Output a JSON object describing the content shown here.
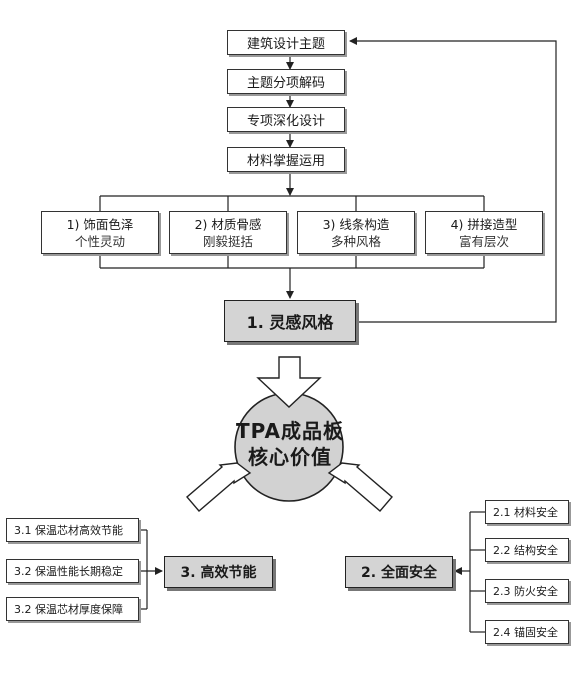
{
  "flow_steps": [
    "建筑设计主题",
    "主题分项解码",
    "专项深化设计",
    "材料掌握运用"
  ],
  "categories": [
    {
      "title": "1) 饰面色泽",
      "subtitle": "个性灵动"
    },
    {
      "title": "2) 材质骨感",
      "subtitle": "刚毅挺括"
    },
    {
      "title": "3) 线条构造",
      "subtitle": "多种风格"
    },
    {
      "title": "4) 拼接造型",
      "subtitle": "富有层次"
    }
  ],
  "inspiration": "1. 灵感风格",
  "core": {
    "line1": "TPA成品板",
    "line2": "核心价值"
  },
  "efficiency": {
    "title": "3. 高效节能",
    "items": [
      "3.1 保温芯材高效节能",
      "3.2 保温性能长期稳定",
      "3.2 保温芯材厚度保障"
    ]
  },
  "safety": {
    "title": "2. 全面安全",
    "items": [
      "2.1 材料安全",
      "2.2 结构安全",
      "2.3 防火安全",
      "2.4 锚固安全"
    ]
  }
}
